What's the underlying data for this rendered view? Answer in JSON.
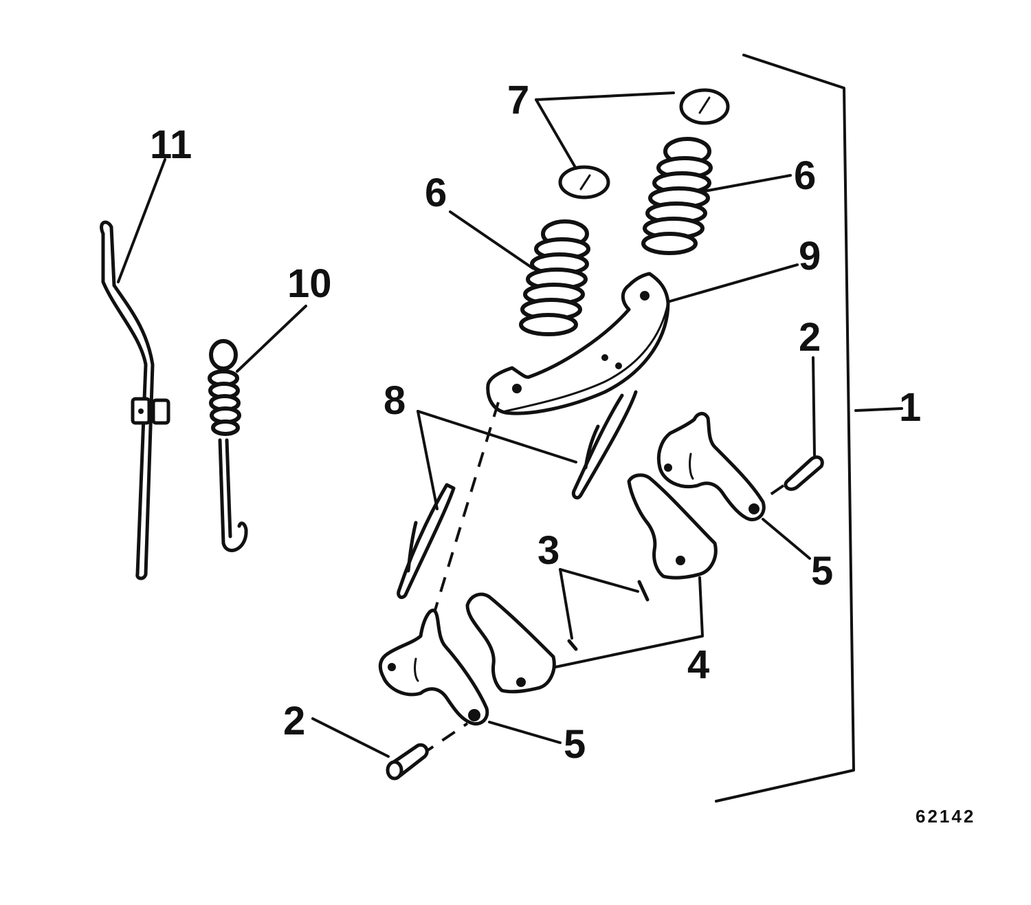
{
  "figure_number": "62142",
  "callouts": {
    "c1": "1",
    "c2_right": "2",
    "c2_left": "2",
    "c3": "3",
    "c4": "4",
    "c5_right": "5",
    "c5_left": "5",
    "c6_left": "6",
    "c6_right": "6",
    "c7": "7",
    "c8": "8",
    "c9": "9",
    "c10": "10",
    "c11": "11"
  }
}
